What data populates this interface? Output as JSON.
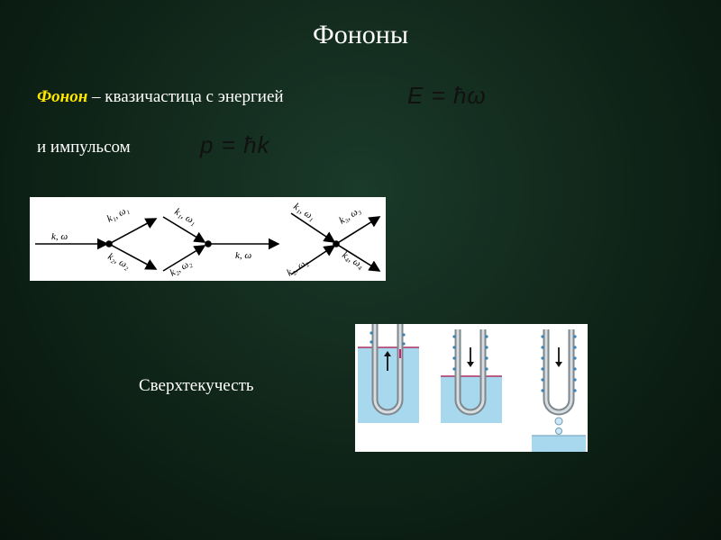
{
  "slide": {
    "title": "Фононы",
    "definition_term": "Фонон",
    "definition_rest": " – квазичастица с энергией",
    "momentum_text": "и импульсом",
    "energy_formula": "E = ħω",
    "momentum_formula": "p = ħk",
    "caption": "Сверхтекучесть"
  },
  "diagram": {
    "labels": {
      "k_omega": "k, ω",
      "k1_omega1": "k₁, ω₁",
      "k2_omega2": "k₂, ω₂",
      "k3_omega3": "k₃, ω₃",
      "k4_omega4": "k₄, ω₄"
    }
  },
  "colors": {
    "background": "#0f2418",
    "title_text": "#ffffff",
    "term_highlight": "#ffe600",
    "water": "#a8d8ee",
    "tube": "#9aa3a8"
  }
}
